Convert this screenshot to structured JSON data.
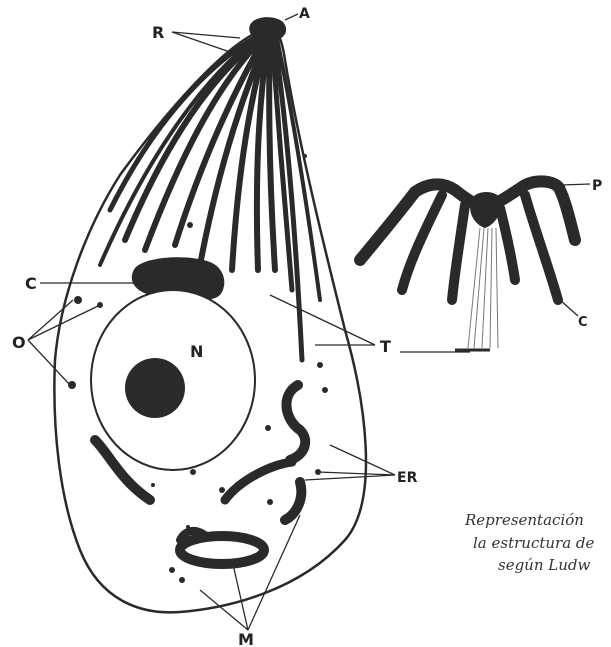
{
  "labels": {
    "R": "R",
    "A": "A",
    "P": "P",
    "C_cell": "C",
    "C_inset": "C",
    "O": "O",
    "N": "N",
    "T": "T",
    "ER": "ER",
    "M": "M"
  },
  "caption": {
    "line1": "Representación",
    "line2": "la estructura de",
    "line3": "según Ludw"
  },
  "colors": {
    "ink": "#2a2a2a",
    "paper": "#ffffff"
  }
}
